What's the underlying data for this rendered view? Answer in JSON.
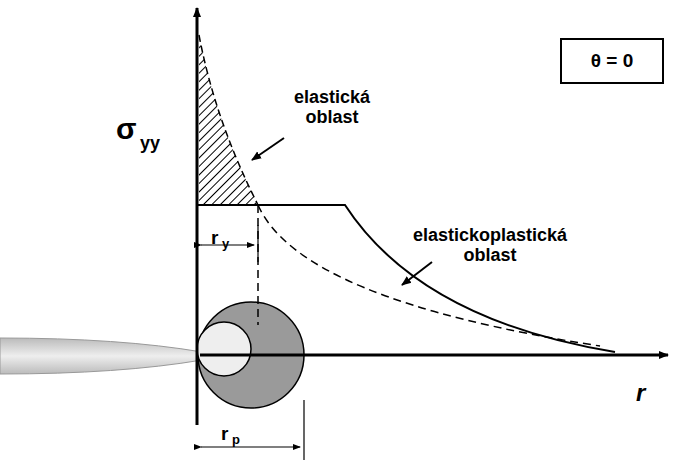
{
  "diagram": {
    "nodes": [
      {
        "text": [
          "θ = 0"
        ]
      }
    ],
    "labels": [
      "σ",
      "yy",
      "elastická oblast",
      "r",
      "y",
      "elastickoplastická oblast",
      "r",
      "p",
      "r"
    ]
  }
}
